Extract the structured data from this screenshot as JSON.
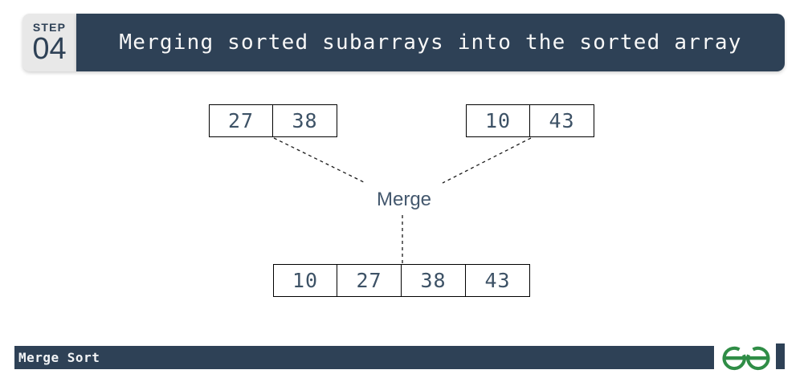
{
  "header": {
    "step_label": "STEP",
    "step_number": "04",
    "title": "Merging sorted subarrays into the sorted array"
  },
  "diagram": {
    "left_subarray": {
      "cells": [
        "27",
        "38"
      ]
    },
    "right_subarray": {
      "cells": [
        "10",
        "43"
      ]
    },
    "merge_label": "Merge",
    "merged_array": {
      "cells": [
        "10",
        "27",
        "38",
        "43"
      ]
    }
  },
  "footer": {
    "caption": "Merge Sort",
    "logo": "geeksforgeeks-logo"
  },
  "colors": {
    "navy": "#2e4156",
    "step_box_bg": "#e8e8e8",
    "title_text": "#f8f8f8",
    "cell_text": "#3d5266",
    "cell_border": "#000000",
    "merge_text": "#44586e",
    "connector": "#1a1a1a",
    "logo_green": "#2f8d46"
  }
}
